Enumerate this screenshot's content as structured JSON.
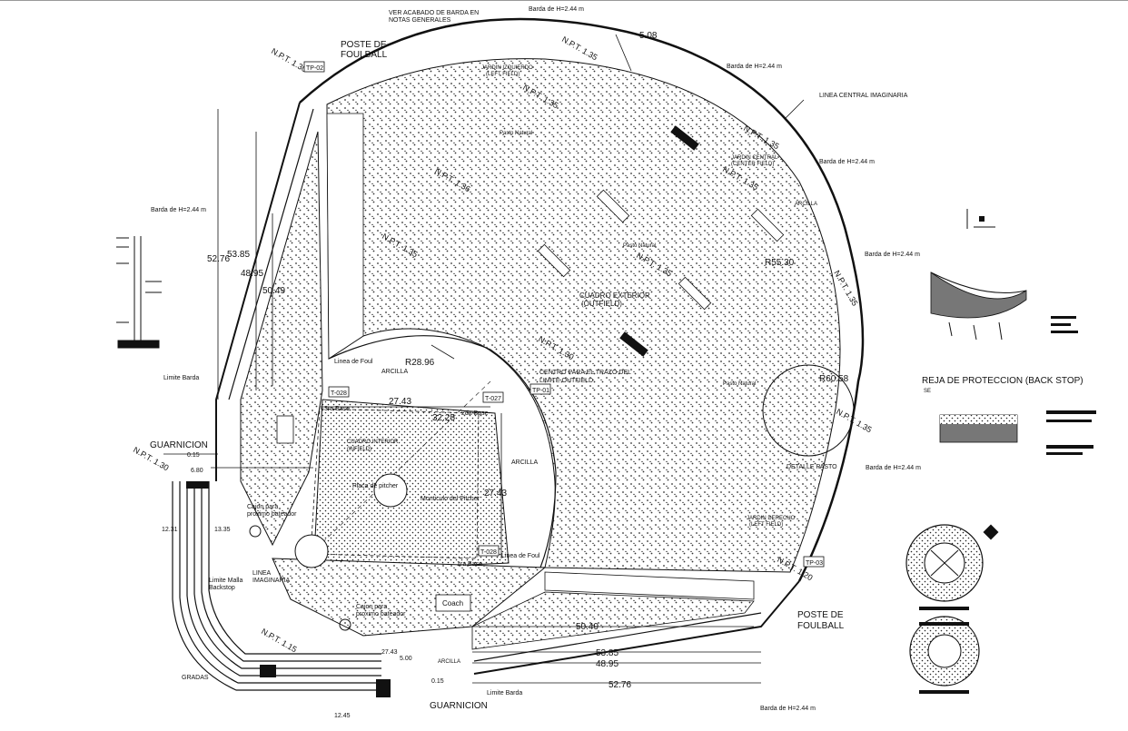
{
  "notes": {
    "ver_acabado_line1": "VER ACABADO DE BARDA EN",
    "ver_acabado_line2": "NOTAS GENERALES",
    "linea_central": "LINEA CENTRAL IMAGINARIA",
    "centro_line1": "CENTRO PARA EL TRAZO DEL",
    "centro_line2": "LIMITE OUTFIELD",
    "cuadro_ext_line1": "CUADRO EXTERIOR",
    "cuadro_ext_line2": "(OUTFIELD)",
    "cuadro_int_line1": "CUADRO INTERIOR",
    "cuadro_int_line2": "(INFIELD)",
    "detalle_pasto": "DETALLE PASTO",
    "gradas": "GRADAS"
  },
  "barda_labels": [
    "Barda de H=2.44 m",
    "Barda de H=2.44 m",
    "Barda de H=2.44 m",
    "Barda de H=2.44 m",
    "Barda de H=2.44 m",
    "Barda de H=2.44 m",
    "Barda de H=2.44 m"
  ],
  "poste_top": {
    "line1": "POSTE DE",
    "line2": "FOULBALL"
  },
  "poste_right": {
    "line1": "POSTE DE",
    "line2": "FOULBALL"
  },
  "guarnicion_left": "GUARNICION",
  "guarnicion_bottom": "GUARNICION",
  "limite_barda_left": "Limite Barda",
  "limite_barda_bottom": "Limite Barda",
  "radii": {
    "r5530": "R55.30",
    "r2896": "R28.96",
    "r6058": "R60.58"
  },
  "dims": {
    "d508": "5.08",
    "d5385": "53.85",
    "d5276": "52.76",
    "d4895": "48.95",
    "d5049": "50.49",
    "d2743a": "27.43",
    "d2743b": "27.43",
    "d3225": "32.25",
    "d2743c": "27.43",
    "d5385b": "53.85",
    "d4895b": "48.95",
    "d5276b": "52.76",
    "d5049b": "50.49",
    "d1335": "13.35",
    "d1231": "12.31",
    "d680": "6.80",
    "d015": "0.15",
    "d500": "5.00",
    "d015b": "0.15",
    "d1245": "12.45"
  },
  "npt_tags": [
    "N.P.T. 1.35",
    "N.P.T. 1.35",
    "N.P.T. 1.36",
    "N.P.T. 1.35",
    "N.P.T. 1.35",
    "N.P.T. 1.30",
    "N.P.T. 1.35",
    "N.P.T. 1.35",
    "N.P.T. 1.30",
    "N.P.T. 1.20",
    "N.P.T. 1.15",
    "N.P.T. 1.30",
    "N.P.T. 1.35",
    "N.P.T. 1.35"
  ],
  "boxes": {
    "tp02": "TP-02",
    "t028a": "T-028",
    "t027": "T-027",
    "tp01": "TP-01",
    "t028b": "T-028",
    "tp03": "TP-03",
    "coach": "Coach"
  },
  "labels": {
    "arcilla1": "ARCILLA",
    "arcilla2": "ARCILLA",
    "arcilla3": "ARCILLA",
    "arcilla4": "ARCILLA",
    "linea_foul_a": "Linea de Foul",
    "linea_foul_b": "Linea de Foul",
    "pasto_natural_a": "Pasto Natural",
    "pasto_natural_b": "Pasto Natural",
    "pasto_natural_c": "Pasto Natural",
    "jardin_izq_line1": "JARDIN IZQUIERDO",
    "jardin_izq_line2": "(LEFT FIELD)",
    "jardin_cen_line1": "JARDIN CENTRAL",
    "jardin_cen_line2": "(CENTER FIELD)",
    "jardin_der_line1": "JARDIN DERECHO",
    "jardin_der_line2": "(LEFT FIELD)",
    "placa_pitcher": "Placa de pitcher",
    "monticulo": "Monticulo del Pitcher",
    "segunda_base": "2da Base",
    "primera_base": "1ra Base",
    "tercera_base": "3ra Base",
    "cajon_line1": "Cajon para",
    "cajon_line2": "proximo bateador",
    "linea_imag_line1": "LINEA",
    "linea_imag_line2": "IMAGINARIA",
    "limite_malla_line1": "Limite Malla",
    "limite_malla_line2": "Backstop"
  },
  "legend": {
    "reja_title": "REJA DE PROTECCION (BACK STOP)",
    "reja_sub": "SE"
  }
}
